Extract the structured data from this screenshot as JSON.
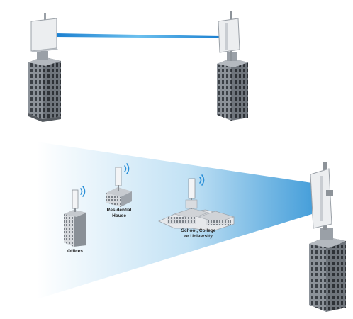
{
  "labels": {
    "residential_line1": "Residential",
    "residential_line2": "House",
    "offices": "Offices",
    "school_line1": "School, College",
    "school_line2": "or University"
  },
  "colors": {
    "link_beam": "#1f86d6",
    "coverage_beam": "#5fb0e0",
    "wifi_signal": "#2a8fd8",
    "building": "#8a8f96",
    "antenna_panel": "#e9ebee"
  },
  "icons": [
    "tower-building",
    "panel-antenna",
    "point-to-point-beam",
    "point-to-multipoint-beam",
    "wifi-signal",
    "office-building",
    "house",
    "campus"
  ]
}
